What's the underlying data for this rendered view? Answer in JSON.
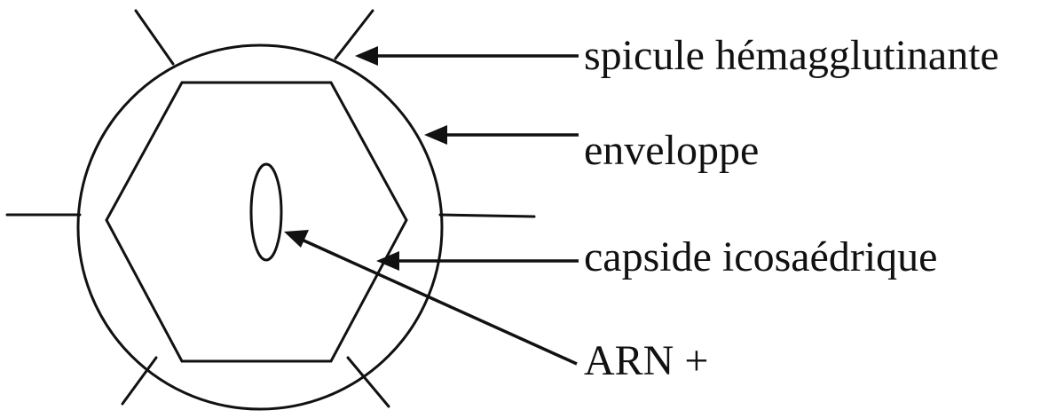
{
  "labels": {
    "spike": "spicule hémagglutinante",
    "envelope": "enveloppe",
    "capsid": "capside icosaédrique",
    "rna": "ARN +"
  },
  "colors": {
    "ink": "#111111",
    "background": "#ffffff"
  }
}
